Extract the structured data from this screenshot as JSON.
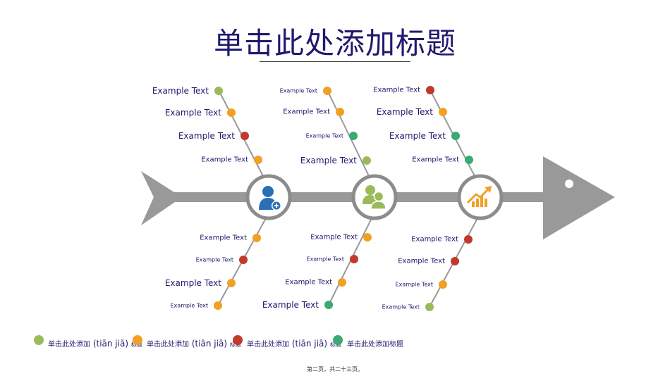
{
  "title": "单击此处添加标题",
  "colors": {
    "green": "#9bbb59",
    "orange": "#f2a024",
    "red": "#c0392b",
    "teal": "#3aaa72",
    "spine": "#999999",
    "hub_ring": "#8c8c8c",
    "text": "#1f1a6e"
  },
  "hubs": [
    {
      "icon": "user-add-icon"
    },
    {
      "icon": "users-icon"
    },
    {
      "icon": "growth-chart-icon"
    }
  ],
  "labels": [
    "Example Text",
    "Example Text",
    "Example Text",
    "Example Text",
    "Example Text",
    "Example Text",
    "Example Text",
    "Example Text",
    "Example Text",
    "Example Text",
    "Example Text",
    "Example Text",
    "Example Text",
    "Example Text",
    "Example Text",
    "Example Text",
    "Example Text",
    "Example Text",
    "Example Text",
    "Example Text",
    "Example Text",
    "Example Text",
    "Example Text",
    "Example Text"
  ],
  "legend": [
    {
      "color": "green",
      "text": "单击此处添加",
      "pinyin": "(tiān jiā)",
      "tail": "标题"
    },
    {
      "color": "orange",
      "text": "单击此处添加",
      "pinyin": "(tiān jiā)",
      "tail": "标题"
    },
    {
      "color": "red",
      "text": "单击此处添加",
      "pinyin": "(tiān jiā)",
      "tail": "标题"
    },
    {
      "color": "teal",
      "text": "单击此处添加标题",
      "pinyin": "",
      "tail": ""
    }
  ],
  "footer": "第二页，共二十三页。"
}
